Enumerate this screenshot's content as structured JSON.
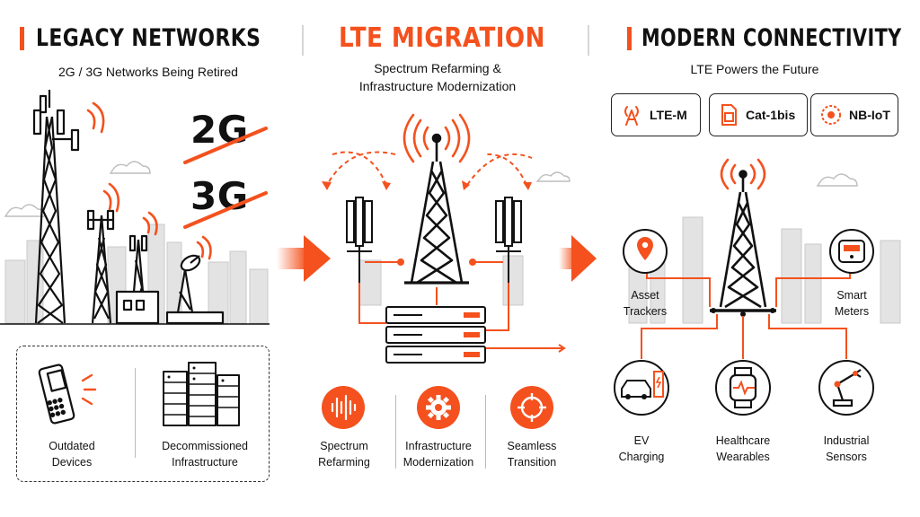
{
  "legacy": {
    "title": "LEGACY NETWORKS",
    "subtitle": "2G / 3G Networks Being Retired",
    "gen1": "2G",
    "gen2": "3G",
    "items": [
      {
        "line1": "Outdated",
        "line2": "Devices"
      },
      {
        "line1": "Decommissioned",
        "line2": "Infrastructure"
      }
    ]
  },
  "migration": {
    "title": "LTE MIGRATION",
    "subtitle_line1": "Spectrum Refarming &",
    "subtitle_line2": "Infrastructure Modernization",
    "items": [
      {
        "line1": "Spectrum",
        "line2": "Refarming"
      },
      {
        "line1": "Infrastructure",
        "line2": "Modernization"
      },
      {
        "line1": "Seamless",
        "line2": "Transition"
      }
    ]
  },
  "modern": {
    "title": "MODERN CONNECTIVITY",
    "subtitle": "LTE Powers the Future",
    "tags": [
      "LTE-M",
      "Cat-1bis",
      "NB-IoT"
    ],
    "devices": [
      {
        "line1": "Asset",
        "line2": "Trackers"
      },
      {
        "line1": "Smart",
        "line2": "Meters"
      },
      {
        "line1": "EV",
        "line2": "Charging"
      },
      {
        "line1": "Healthcare",
        "line2": "Wearables"
      },
      {
        "line1": "Industrial",
        "line2": "Sensors"
      }
    ]
  },
  "colors": {
    "accent": "#f4511e",
    "ink": "#111111",
    "skyline": "#cccccc"
  }
}
